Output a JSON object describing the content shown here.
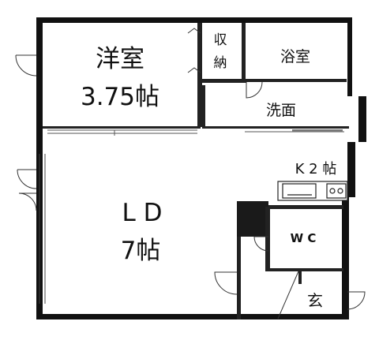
{
  "floor_plan": {
    "rooms": {
      "western_room": {
        "name": "洋室",
        "size": "3.75帖"
      },
      "storage": {
        "line1": "収",
        "line2": "納"
      },
      "bathroom": {
        "name": "浴室"
      },
      "washroom": {
        "name": "洗面"
      },
      "kitchen": {
        "name": "K 2 帖"
      },
      "living_dining": {
        "name": "L D",
        "size": "7帖"
      },
      "toilet": {
        "name": "W C"
      },
      "entrance": {
        "name": "玄"
      }
    }
  }
}
